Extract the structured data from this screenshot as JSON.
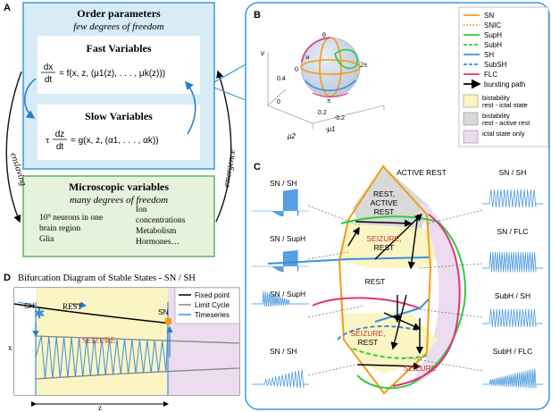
{
  "panel_letters": {
    "a": "A",
    "b": "B",
    "c": "C",
    "d": "D"
  },
  "panel_a": {
    "order_params": {
      "title": "Order parameters",
      "subtitle": "few degrees of freedom"
    },
    "fast": {
      "title": "Fast Variables",
      "lhs_top": "dx",
      "lhs_bottom": "dt",
      "rhs": "= f(x, z, (μ1(z), . . . , μk(z)))"
    },
    "slow": {
      "title": "Slow Variables",
      "tau": "τ",
      "lhs_top": "dz",
      "lhs_bottom": "dt",
      "rhs": "= g(x, z, (α1, . . . , αk))"
    },
    "micro": {
      "title": "Microscopic variables",
      "subtitle": "many degrees of freedom",
      "col1": [
        "10⁹ neurons in one",
        "brain region",
        "Glia"
      ],
      "col2": [
        "Ion",
        "concentrations",
        "Metabolism",
        "Hormones…"
      ]
    },
    "enslaving": "enslaving",
    "emergence": "emergence"
  },
  "panel_b": {
    "axis_nu": "ν",
    "axis_mu2": "μ2",
    "axis_mu1": "-μ1",
    "tick_04": "0.4",
    "tick_02": "0.2",
    "tick_m02": "-0.2",
    "tick_0": "0",
    "sphere_theta": "θ",
    "sphere_0": "0",
    "sphere_2pi": "2π",
    "sphere_pi": "π",
    "sphere_pi2": "π",
    "legend": [
      {
        "label": "SN",
        "color": "#f39c12",
        "style": "solid"
      },
      {
        "label": "SNIC",
        "color": "#f39c12",
        "style": "dotted"
      },
      {
        "label": "SupH",
        "color": "#2ecc40",
        "style": "solid"
      },
      {
        "label": "SubH",
        "color": "#2ecc40",
        "style": "dashed"
      },
      {
        "label": "SH",
        "color": "#3b8fdc",
        "style": "solid"
      },
      {
        "label": "SubSH",
        "color": "#3b8fdc",
        "style": "dashed"
      },
      {
        "label": "FLC",
        "color": "#e0337a",
        "style": "solid"
      },
      {
        "label": "bursting path",
        "color": "#000000",
        "style": "arrow"
      }
    ],
    "legend_patches": [
      {
        "label1": "bistability",
        "label2": "rest - ictal state",
        "color": "#fbf5c4"
      },
      {
        "label1": "bistability",
        "label2": "rest - active rest",
        "color": "#d9d9d9"
      },
      {
        "label1": "ictal state only",
        "label2": "",
        "color": "#eddcef"
      }
    ]
  },
  "panel_c": {
    "region_active_rest": "ACTIVE REST",
    "region_rest_active_rest": [
      "REST,",
      "ACTIVE",
      "REST"
    ],
    "region_seizure_rest_top": [
      "SEIZURE,",
      "REST"
    ],
    "region_rest": "REST",
    "region_seizure_rest_bottom": [
      "SEIZURE,",
      "REST"
    ],
    "region_seizure": "SEIZURE",
    "left_traces": [
      "SN / SH",
      "SN / SupH",
      "SN / SupH",
      "SN / SH"
    ],
    "right_traces": [
      "SN / SH",
      "SN / FLC",
      "SubH / SH",
      "SubH / FLC"
    ]
  },
  "panel_d": {
    "title": "Bifurcation Diagram of Stable States - SN / SH",
    "rest": "REST",
    "seizure": "SEIZURE",
    "sh": "SH",
    "sn": "SN",
    "xlabel": "z",
    "ylabel": "x",
    "legend": [
      {
        "label": "Fixed point",
        "color": "#000000"
      },
      {
        "label": "Limit Cycle",
        "color": "#888888"
      },
      {
        "label": "Timeseries",
        "color": "#3b8fdc"
      }
    ]
  }
}
